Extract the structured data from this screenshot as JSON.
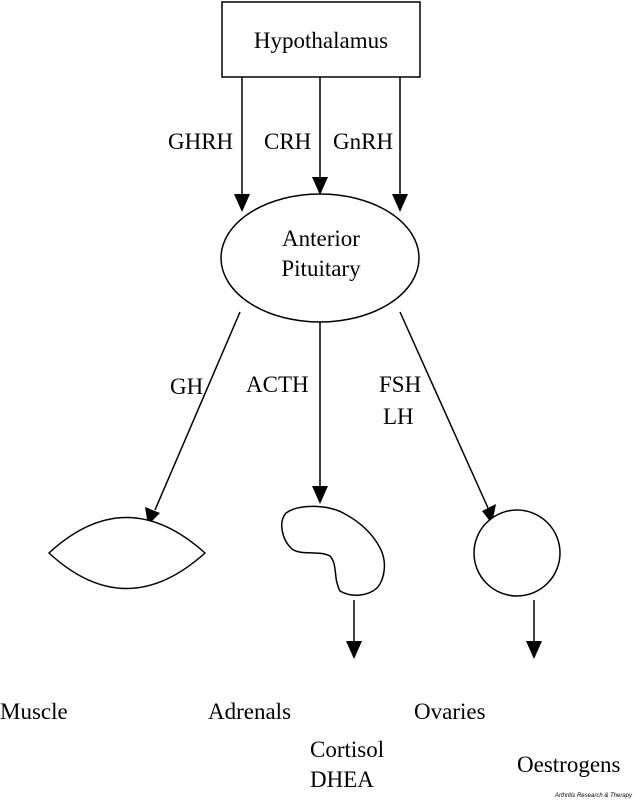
{
  "nodes": {
    "hypothalamus": "Hypothalamus",
    "pituitary_line1": "Anterior",
    "pituitary_line2": "Pituitary",
    "muscle": "Muscle",
    "adrenals": "Adrenals",
    "ovaries": "Ovaries"
  },
  "hormones": {
    "ghrh": "GHRH",
    "crh": "CRH",
    "gnrh": "GnRH",
    "gh": "GH",
    "acth": "ACTH",
    "fsh": "FSH",
    "lh": "LH"
  },
  "outputs": {
    "cortisol": "Cortisol",
    "dhea": "DHEA",
    "oestrogens": "Oestrogens"
  },
  "credit": "Arthritis Research & Therapy"
}
